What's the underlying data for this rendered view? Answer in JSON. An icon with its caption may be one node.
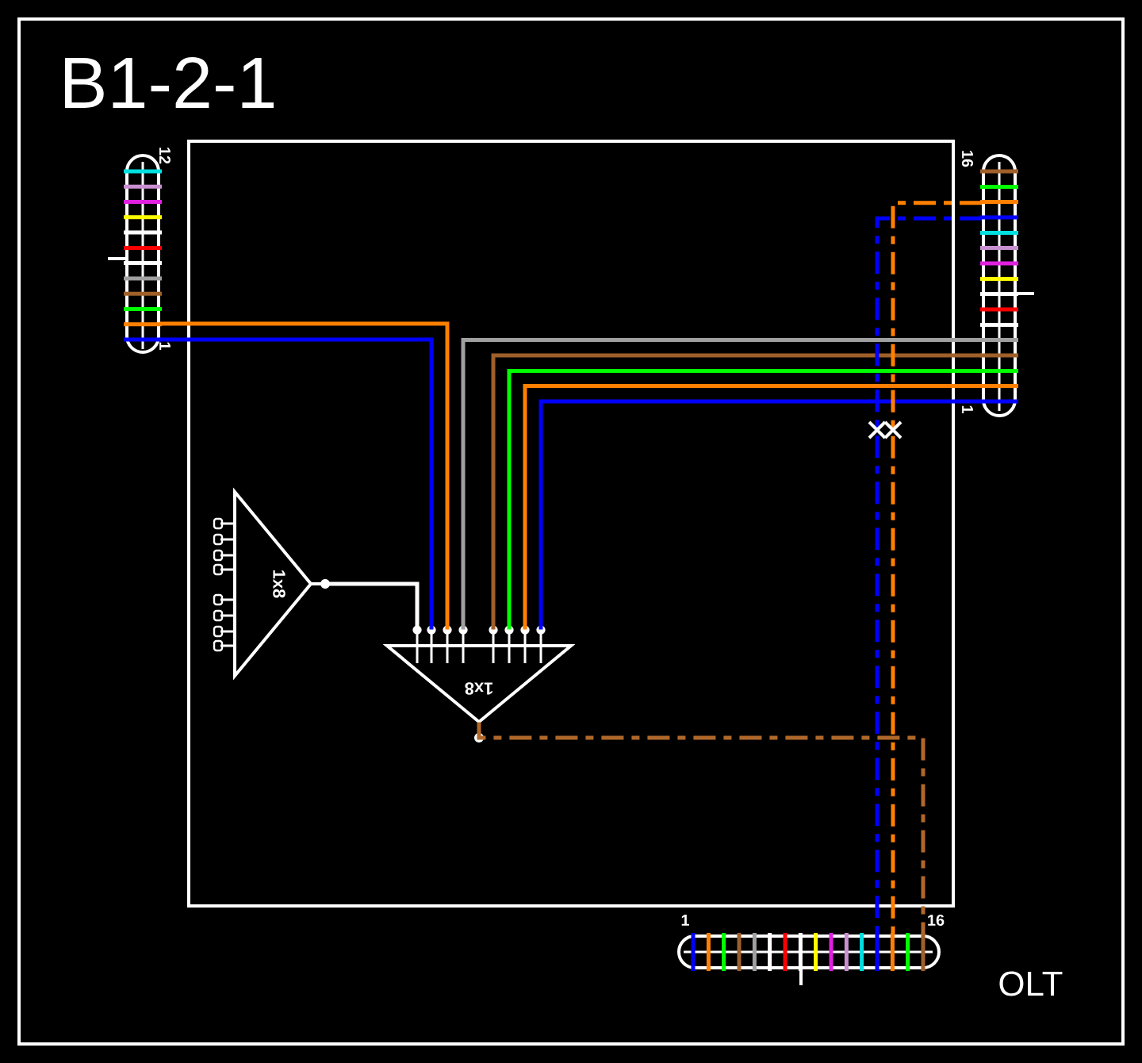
{
  "diagram": {
    "title": "B1-2-1",
    "nodes": [
      {
        "text": [],
        "shape": "bar",
        "beside": [
          "12",
          "1"
        ]
      },
      {
        "text": [],
        "shape": "bar",
        "beside": [
          "16",
          "1"
        ]
      },
      {
        "text": [],
        "shape": "bar",
        "beside": [
          "1",
          "16"
        ]
      },
      {
        "text": [
          "1x8"
        ]
      },
      {
        "text": [
          "1x8"
        ]
      }
    ],
    "edges": [
      {
        "from": 0,
        "to": 4,
        "arrow": "none",
        "color": "#0000ff"
      },
      {
        "from": 0,
        "to": 4,
        "arrow": "none",
        "color": "#ff8000"
      },
      {
        "from": 1,
        "to": 4,
        "arrow": "none",
        "color": "#a0a0a0"
      },
      {
        "from": 1,
        "to": 4,
        "arrow": "none",
        "color": "#a0602a"
      },
      {
        "from": 1,
        "to": 4,
        "arrow": "none",
        "color": "#00ff00"
      },
      {
        "from": 1,
        "to": 4,
        "arrow": "none",
        "color": "#ff8000"
      },
      {
        "from": 1,
        "to": 4,
        "arrow": "none",
        "color": "#0000ff"
      },
      {
        "from": 3,
        "to": 4,
        "arrow": "none",
        "color": "#ffffff"
      },
      {
        "from": 4,
        "to": 2,
        "arrow": "none",
        "style": "dashed",
        "color": "#b0682a"
      },
      {
        "from": 1,
        "to": 2,
        "arrow": "none",
        "style": "dashed",
        "color": "#0000ff"
      },
      {
        "from": 1,
        "to": 2,
        "arrow": "none",
        "style": "dashed",
        "color": "#ff8000"
      }
    ],
    "labels": [
      "OLT"
    ]
  }
}
